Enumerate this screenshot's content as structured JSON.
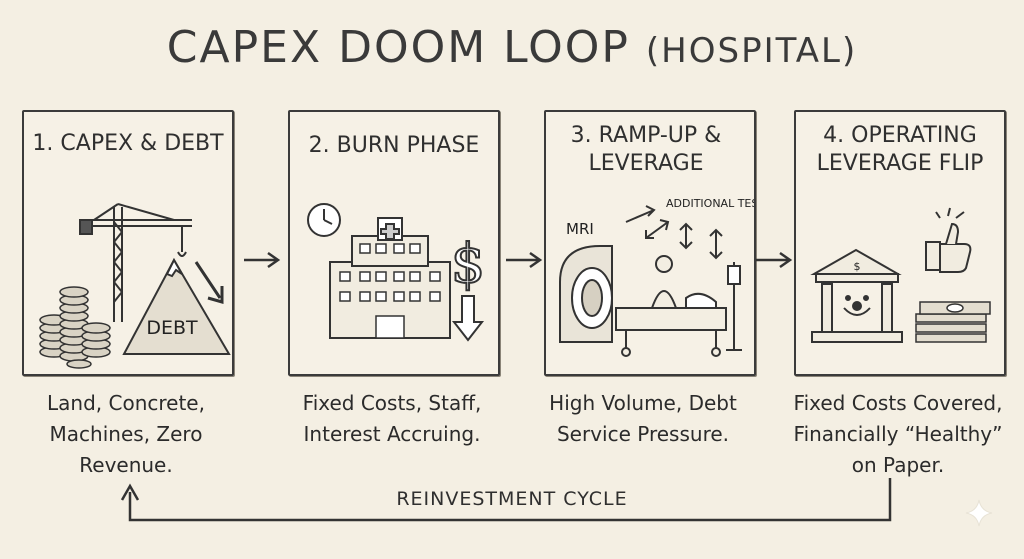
{
  "title": {
    "main": "CAPEX DOOM LOOP",
    "sub": "(HOSPITAL)"
  },
  "panels": [
    {
      "title": "1. CAPEX & DEBT",
      "caption": "Land, Concrete, Machines, Zero Revenue.",
      "labels": {
        "debt": "DEBT"
      }
    },
    {
      "title": "2. BURN PHASE",
      "caption": "Fixed Costs, Staff, Interest Accruing."
    },
    {
      "title": "3. RAMP-UP & LEVERAGE",
      "caption": "High Volume, Debt Service Pressure.",
      "labels": {
        "mri": "MRI",
        "tests": "ADDITIONAL TESTS"
      }
    },
    {
      "title": "4. OPERATING LEVERAGE FLIP",
      "caption": "Fixed Costs Covered, Financially “Healthy” on Paper."
    }
  ],
  "cycle": {
    "label": "REINVESTMENT CYCLE"
  },
  "colors": {
    "background": "#f4efe3",
    "ink": "#2b2b2b"
  }
}
